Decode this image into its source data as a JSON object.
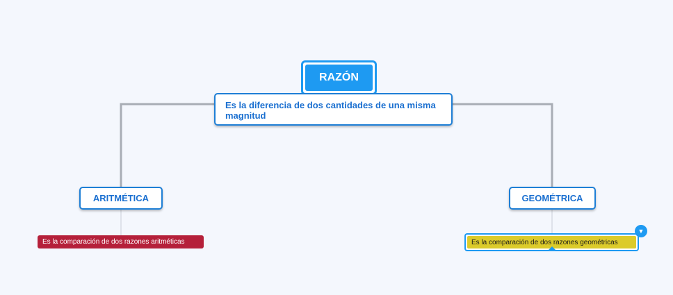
{
  "map": {
    "root": {
      "label": "RAZÓN"
    },
    "root_description": "Es la diferencia de dos cantidades de una misma magnitud",
    "branches": [
      {
        "label": "ARITMÉTICA",
        "note": "Es la comparación de dos razones aritméticas",
        "note_color": "#b5203a"
      },
      {
        "label": "GEOMÉTRICA",
        "note": "Es la comparación de dos razones geométricas",
        "note_color": "#dccb2a"
      }
    ]
  },
  "colors": {
    "accent": "#1e9af2",
    "node_text": "#1a6fd0",
    "connector": "#a8adb5",
    "background": "#f4f7fd"
  },
  "icons": {
    "collapse": "chevron-down-icon"
  }
}
